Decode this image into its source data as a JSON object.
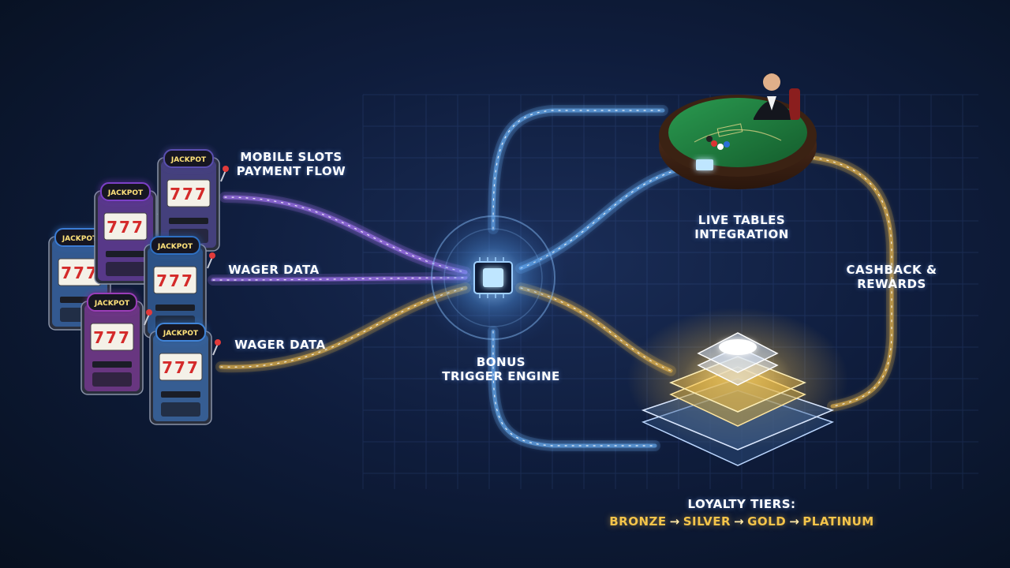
{
  "labels": {
    "mobile_slots_line1": "MOBILE SLOTS",
    "mobile_slots_line2": "PAYMENT FLOW",
    "wager_data_1": "WAGER DATA",
    "wager_data_2": "WAGER DATA",
    "bonus_line1": "BONUS",
    "bonus_line2": "TRIGGER ENGINE",
    "live_tables_line1": "LIVE TABLES",
    "live_tables_line2": "INTEGRATION",
    "cashback_line1": "CASHBACK &",
    "cashback_line2": "REWARDS",
    "loyalty_title": "LOYALTY TIERS:"
  },
  "loyalty_tiers": [
    "BRONZE",
    "SILVER",
    "GOLD",
    "PLATINUM"
  ],
  "tier_separator": "→",
  "slot_machines": [
    {
      "sign": "JACKPOT",
      "reels": "777",
      "color": "#3a7bd5"
    },
    {
      "sign": "JACKPOT",
      "reels": "777",
      "color": "#7b3fc7"
    },
    {
      "sign": "JACKPOT",
      "reels": "777",
      "color": "#5a4fb0"
    },
    {
      "sign": "JACKPOT",
      "reels": "777",
      "color": "#2f6fc2"
    },
    {
      "sign": "JACKPOT",
      "reels": "777",
      "color": "#9a3db8"
    },
    {
      "sign": "JACKPOT",
      "reels": "777",
      "color": "#3f84d8"
    }
  ],
  "colors": {
    "background": "#0f1d3d",
    "flow_blue": "#6fb8ff",
    "flow_purple": "#b07cff",
    "flow_gold": "#f5c04a",
    "table_felt": "#1f7a3e",
    "label_white": "#ffffff",
    "tier_gold": "#f4c44a"
  }
}
